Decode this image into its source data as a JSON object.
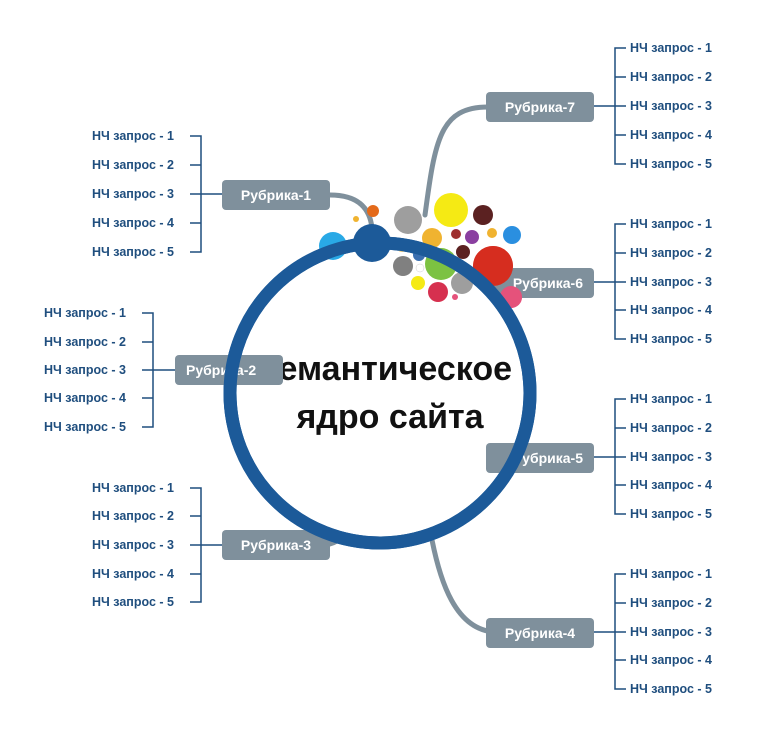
{
  "center": {
    "line1": "Семантическое",
    "line2": "ядро сайта"
  },
  "colors": {
    "ring": "#1c5a99",
    "rubric_bg": "#7f909c",
    "rubric_text": "#ffffff",
    "query_text": "#1f4e7e",
    "branch": "#7f909c"
  },
  "rubrics": [
    {
      "label": "Рубрика-1",
      "side": "left",
      "queries": [
        "НЧ запрос - 1",
        "НЧ запрос - 2",
        "НЧ запрос - 3",
        "НЧ запрос - 4",
        "НЧ запрос - 5"
      ]
    },
    {
      "label": "Рубрика-2",
      "side": "left",
      "queries": [
        "НЧ запрос - 1",
        "НЧ запрос - 2",
        "НЧ запрос - 3",
        "НЧ запрос - 4",
        "НЧ запрос - 5"
      ]
    },
    {
      "label": "Рубрика-3",
      "side": "left",
      "queries": [
        "НЧ запрос - 1",
        "НЧ запрос - 2",
        "НЧ запрос - 3",
        "НЧ запрос - 4",
        "НЧ запрос - 5"
      ]
    },
    {
      "label": "Рубрика-4",
      "side": "right",
      "queries": [
        "НЧ запрос - 1",
        "НЧ запрос - 2",
        "НЧ запрос - 3",
        "НЧ запрос - 4",
        "НЧ запрос - 5"
      ]
    },
    {
      "label": "Рубрика-5",
      "side": "right",
      "queries": [
        "НЧ запрос - 1",
        "НЧ запрос - 2",
        "НЧ запрос - 3",
        "НЧ запрос - 4",
        "НЧ запрос - 5"
      ]
    },
    {
      "label": "Рубрика-6",
      "side": "right",
      "queries": [
        "НЧ запрос - 1",
        "НЧ запрос - 2",
        "НЧ запрос - 3",
        "НЧ запрос - 4",
        "НЧ запрос - 5"
      ]
    },
    {
      "label": "Рубрика-7",
      "side": "right",
      "queries": [
        "НЧ запрос - 1",
        "НЧ запрос - 2",
        "НЧ запрос - 3",
        "НЧ запрос - 4",
        "НЧ запрос - 5"
      ]
    }
  ],
  "bubble_colors": [
    "#1c5a99",
    "#29a9e6",
    "#e46a1a",
    "#9e9e9e",
    "#f5ea14",
    "#5b2121",
    "#f0b330",
    "#8a3fa0",
    "#2a8fe0",
    "#d62d1f",
    "#7cc242",
    "#e5527b",
    "#ffffff",
    "#666666",
    "#3a6fb0"
  ]
}
